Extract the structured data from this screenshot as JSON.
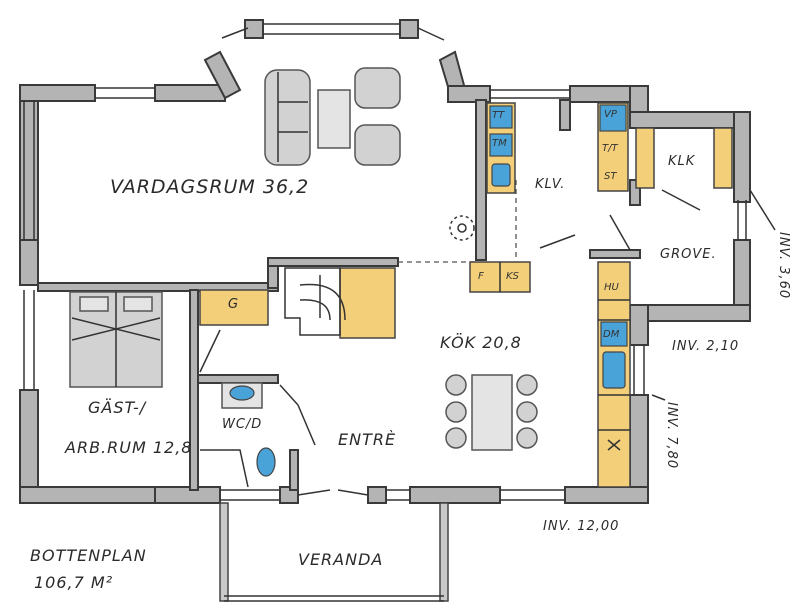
{
  "rooms": {
    "living": "VARDAGSRUM 36,2",
    "kitchen": "KÖK 20,8",
    "guest_line1": "GÄST-/",
    "guest_line2": "ARB.RUM 12,8",
    "wc": "WC/D",
    "entrance": "ENTRÈ",
    "closet": "KLV.",
    "utility": "GROVE.",
    "boiler": "KLK",
    "veranda": "VERANDA"
  },
  "fixtures": {
    "tt": "TT",
    "tm": "TM",
    "vp": "VP",
    "tt_small": "T/T",
    "st": "ST",
    "f": "F",
    "ks": "KS",
    "g": "G",
    "u_hu": "HU",
    "dm": "DM"
  },
  "dimensions": {
    "inv_width_main": "INV. 12,00",
    "inv_width_side": "INV. 2,10",
    "inv_depth_side": "INV. 3,60",
    "inv_depth_main": "INV. 7,80"
  },
  "title": {
    "line1": "BOTTENPLAN",
    "line2": "106,7 M²"
  },
  "colors": {
    "wall": "#b4b4b4",
    "cabinet": "#f4cf7a",
    "fixture_blue": "#4aa3d8",
    "ink": "#2a2a2a"
  }
}
